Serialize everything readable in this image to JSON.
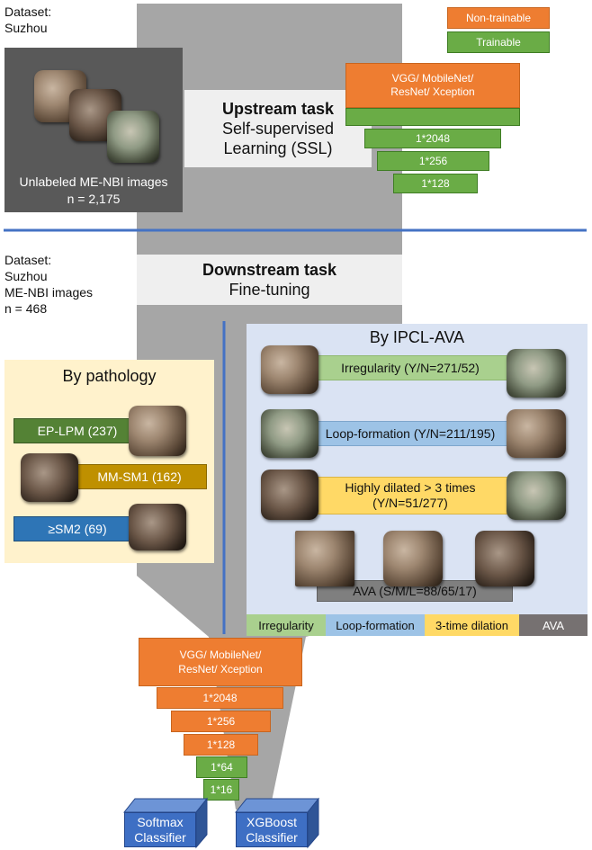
{
  "legend": {
    "non_trainable": "Non-trainable",
    "trainable": "Trainable",
    "non_trainable_color": "#ee7d31",
    "trainable_color": "#6aac46"
  },
  "upstream": {
    "dataset_label": "Dataset:",
    "dataset_name": "Suzhou",
    "images_caption": "Unlabeled ME-NBI images",
    "images_count": "n = 2,175",
    "task_title": "Upstream task",
    "task_line1": "Self-supervised",
    "task_line2": "Learning (SSL)",
    "backbone": "VGG/ MobileNet/ ResNet/ Xception",
    "layers": [
      "1*2048",
      "1*256",
      "1*128"
    ]
  },
  "downstream": {
    "dataset_label": "Dataset:",
    "dataset_name": "Suzhou",
    "dataset_images": "ME-NBI images",
    "dataset_count": "n = 468",
    "task_title": "Downstream task",
    "task_subtitle": "Fine-tuning"
  },
  "pathology": {
    "title": "By pathology",
    "classes": [
      {
        "label": "EP-LPM (237)",
        "color": "#548235"
      },
      {
        "label": "MM-SM1 (162)",
        "color": "#bf9000"
      },
      {
        "label": "≥SM2 (69)",
        "color": "#2e75b6"
      }
    ]
  },
  "ipcl": {
    "title": "By IPCL-AVA",
    "features": [
      {
        "label": "Irregularity (Y/N=271/52)",
        "color": "#a9d08e"
      },
      {
        "label": "Loop-formation (Y/N=211/195)",
        "color": "#9dc3e6"
      },
      {
        "label": "Highly dilated > 3 times (Y/N=51/277)",
        "color": "#ffd966"
      },
      {
        "label": "AVA (S/M/L=88/65/17)",
        "color": "#7f7f7f"
      }
    ],
    "legend_strip": [
      {
        "label": "Irregularity",
        "color": "#a9d08e"
      },
      {
        "label": "Loop-formation",
        "color": "#9dc3e6"
      },
      {
        "label": "3-time dilation",
        "color": "#ffd966"
      },
      {
        "label": "AVA",
        "color": "#767171"
      }
    ]
  },
  "finetune": {
    "backbone": "VGG/ MobileNet/ ResNet/ Xception",
    "frozen_layers": [
      "1*2048",
      "1*256",
      "1*128"
    ],
    "trainable_layers": [
      "1*64",
      "1*16"
    ]
  },
  "classifiers": [
    "Softmax Classifier",
    "XGBoost Classifier"
  ]
}
